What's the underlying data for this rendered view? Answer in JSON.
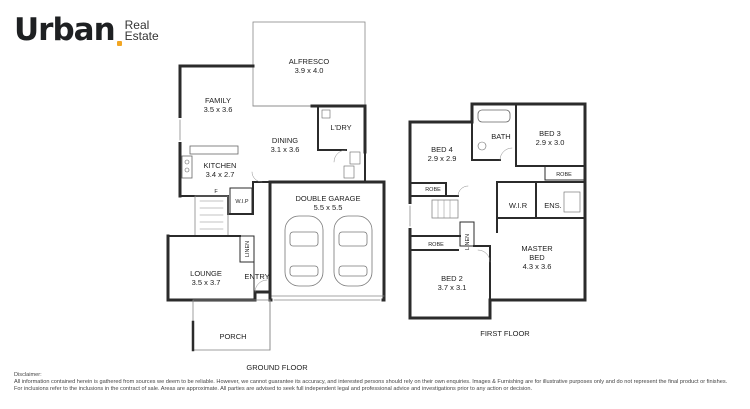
{
  "brand": {
    "name": "Urban",
    "sub_line1": "Real",
    "sub_line2": "Estate",
    "dot_color": "#f2a623"
  },
  "ground_floor": {
    "label": "GROUND FLOOR",
    "rooms": {
      "alfresco": {
        "name": "ALFRESCO",
        "size": "3.9 x 4.0"
      },
      "family": {
        "name": "FAMILY",
        "size": "3.5 x 3.6"
      },
      "dining": {
        "name": "DINING",
        "size": "3.1 x 3.6"
      },
      "laundry": {
        "name": "L'DRY"
      },
      "kitchen": {
        "name": "KITCHEN",
        "size": "3.4 x 2.7"
      },
      "pantry": {
        "name": "F"
      },
      "wip": {
        "name": "W.I.P"
      },
      "garage": {
        "name": "DOUBLE GARAGE",
        "size": "5.5 x 5.5"
      },
      "linen": {
        "name": "LINEN"
      },
      "lounge": {
        "name": "LOUNGE",
        "size": "3.5 x 3.7"
      },
      "entry": {
        "name": "ENTRY"
      },
      "porch": {
        "name": "PORCH"
      }
    }
  },
  "first_floor": {
    "label": "FIRST FLOOR",
    "rooms": {
      "bath": {
        "name": "BATH"
      },
      "bed3": {
        "name": "BED 3",
        "size": "2.9 x 3.0"
      },
      "bed4": {
        "name": "BED 4",
        "size": "2.9 x 2.9"
      },
      "robe_bed4": {
        "name": "ROBE"
      },
      "robe_bed3": {
        "name": "ROBE"
      },
      "wir": {
        "name": "W.I.R"
      },
      "ens": {
        "name": "ENS."
      },
      "linen": {
        "name": "LINEN"
      },
      "robe_bed2": {
        "name": "ROBE"
      },
      "master": {
        "name": "MASTER",
        "name2": "BED",
        "size": "4.3 x 3.6"
      },
      "bed2": {
        "name": "BED 2",
        "size": "3.7 x 3.1"
      }
    }
  },
  "disclaimer": {
    "title": "Disclaimer:",
    "text": "All information contained herein is gathered from sources we deem to be reliable. However, we cannot guarantee its accuracy, and interested persons should rely on their own enquiries. Images & Furnishing are for illustrative purposes only and do not represent the final product or finishes. For inclusions refer to the inclusions in the contract of sale. Areas are approximate. All parties are advised to seek full independent legal and professional advice and investigations prior to any action or decision."
  }
}
